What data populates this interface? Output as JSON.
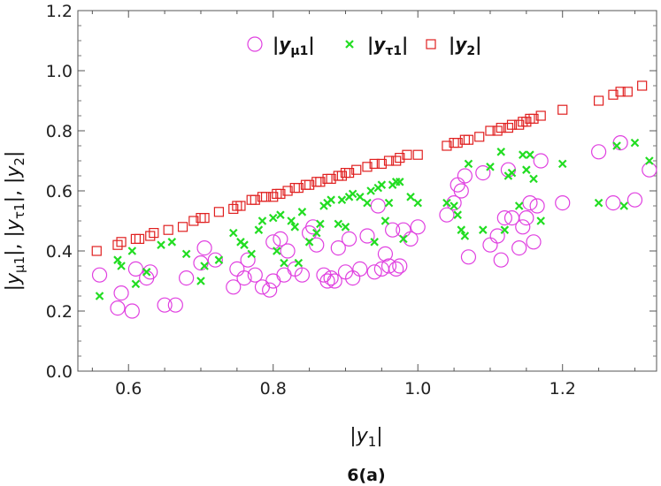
{
  "chart_data": {
    "type": "scatter",
    "title": "",
    "xlabel": "|y1|",
    "ylabel": "|yμ1|, |yτ1|, |y2|",
    "caption": "6(a)",
    "xlim": [
      0.53,
      1.33
    ],
    "ylim": [
      0.0,
      1.2
    ],
    "xticks": [
      "0.6",
      "0.8",
      "1.0",
      "1.2"
    ],
    "yticks": [
      "0.0",
      "0.2",
      "0.4",
      "0.6",
      "0.8",
      "1.0",
      "1.2"
    ],
    "legend_position": "top-center",
    "series": [
      {
        "name": "|yμ1|",
        "marker": "circle",
        "color": "#e040e0",
        "points": [
          [
            0.56,
            0.32
          ],
          [
            0.585,
            0.21
          ],
          [
            0.59,
            0.26
          ],
          [
            0.605,
            0.2
          ],
          [
            0.61,
            0.34
          ],
          [
            0.625,
            0.31
          ],
          [
            0.63,
            0.33
          ],
          [
            0.65,
            0.22
          ],
          [
            0.665,
            0.22
          ],
          [
            0.68,
            0.31
          ],
          [
            0.7,
            0.36
          ],
          [
            0.705,
            0.41
          ],
          [
            0.72,
            0.37
          ],
          [
            0.745,
            0.28
          ],
          [
            0.75,
            0.34
          ],
          [
            0.76,
            0.31
          ],
          [
            0.765,
            0.37
          ],
          [
            0.775,
            0.32
          ],
          [
            0.785,
            0.28
          ],
          [
            0.795,
            0.27
          ],
          [
            0.8,
            0.3
          ],
          [
            0.8,
            0.43
          ],
          [
            0.81,
            0.44
          ],
          [
            0.815,
            0.32
          ],
          [
            0.82,
            0.4
          ],
          [
            0.83,
            0.34
          ],
          [
            0.84,
            0.32
          ],
          [
            0.85,
            0.46
          ],
          [
            0.855,
            0.48
          ],
          [
            0.86,
            0.42
          ],
          [
            0.87,
            0.32
          ],
          [
            0.875,
            0.3
          ],
          [
            0.88,
            0.31
          ],
          [
            0.885,
            0.3
          ],
          [
            0.89,
            0.41
          ],
          [
            0.9,
            0.33
          ],
          [
            0.905,
            0.44
          ],
          [
            0.91,
            0.31
          ],
          [
            0.92,
            0.34
          ],
          [
            0.93,
            0.45
          ],
          [
            0.94,
            0.33
          ],
          [
            0.945,
            0.55
          ],
          [
            0.95,
            0.34
          ],
          [
            0.955,
            0.39
          ],
          [
            0.96,
            0.35
          ],
          [
            0.965,
            0.47
          ],
          [
            0.97,
            0.34
          ],
          [
            0.975,
            0.35
          ],
          [
            0.98,
            0.47
          ],
          [
            0.99,
            0.44
          ],
          [
            1.0,
            0.48
          ],
          [
            1.04,
            0.52
          ],
          [
            1.05,
            0.56
          ],
          [
            1.055,
            0.62
          ],
          [
            1.06,
            0.6
          ],
          [
            1.065,
            0.65
          ],
          [
            1.07,
            0.38
          ],
          [
            1.09,
            0.66
          ],
          [
            1.1,
            0.42
          ],
          [
            1.11,
            0.45
          ],
          [
            1.115,
            0.37
          ],
          [
            1.12,
            0.51
          ],
          [
            1.125,
            0.67
          ],
          [
            1.13,
            0.51
          ],
          [
            1.14,
            0.41
          ],
          [
            1.145,
            0.48
          ],
          [
            1.15,
            0.51
          ],
          [
            1.155,
            0.56
          ],
          [
            1.16,
            0.43
          ],
          [
            1.165,
            0.55
          ],
          [
            1.17,
            0.7
          ],
          [
            1.2,
            0.56
          ],
          [
            1.25,
            0.73
          ],
          [
            1.27,
            0.56
          ],
          [
            1.28,
            0.76
          ],
          [
            1.3,
            0.57
          ],
          [
            1.32,
            0.67
          ]
        ]
      },
      {
        "name": "|yτ1|",
        "marker": "x",
        "color": "#22dd22",
        "points": [
          [
            0.56,
            0.25
          ],
          [
            0.585,
            0.37
          ],
          [
            0.59,
            0.35
          ],
          [
            0.605,
            0.4
          ],
          [
            0.61,
            0.29
          ],
          [
            0.625,
            0.33
          ],
          [
            0.645,
            0.42
          ],
          [
            0.66,
            0.43
          ],
          [
            0.68,
            0.39
          ],
          [
            0.7,
            0.3
          ],
          [
            0.705,
            0.35
          ],
          [
            0.725,
            0.37
          ],
          [
            0.745,
            0.46
          ],
          [
            0.755,
            0.43
          ],
          [
            0.76,
            0.42
          ],
          [
            0.77,
            0.39
          ],
          [
            0.78,
            0.47
          ],
          [
            0.785,
            0.5
          ],
          [
            0.8,
            0.51
          ],
          [
            0.805,
            0.4
          ],
          [
            0.81,
            0.52
          ],
          [
            0.815,
            0.36
          ],
          [
            0.825,
            0.5
          ],
          [
            0.83,
            0.48
          ],
          [
            0.835,
            0.36
          ],
          [
            0.84,
            0.53
          ],
          [
            0.85,
            0.43
          ],
          [
            0.86,
            0.46
          ],
          [
            0.865,
            0.49
          ],
          [
            0.87,
            0.55
          ],
          [
            0.875,
            0.56
          ],
          [
            0.88,
            0.57
          ],
          [
            0.89,
            0.49
          ],
          [
            0.895,
            0.57
          ],
          [
            0.9,
            0.48
          ],
          [
            0.905,
            0.58
          ],
          [
            0.91,
            0.59
          ],
          [
            0.92,
            0.58
          ],
          [
            0.93,
            0.56
          ],
          [
            0.935,
            0.6
          ],
          [
            0.94,
            0.43
          ],
          [
            0.945,
            0.61
          ],
          [
            0.95,
            0.62
          ],
          [
            0.955,
            0.5
          ],
          [
            0.96,
            0.56
          ],
          [
            0.965,
            0.62
          ],
          [
            0.97,
            0.63
          ],
          [
            0.975,
            0.63
          ],
          [
            0.98,
            0.44
          ],
          [
            0.99,
            0.58
          ],
          [
            1.0,
            0.56
          ],
          [
            1.04,
            0.56
          ],
          [
            1.05,
            0.55
          ],
          [
            1.055,
            0.52
          ],
          [
            1.06,
            0.47
          ],
          [
            1.065,
            0.45
          ],
          [
            1.07,
            0.69
          ],
          [
            1.09,
            0.47
          ],
          [
            1.1,
            0.68
          ],
          [
            1.115,
            0.73
          ],
          [
            1.12,
            0.47
          ],
          [
            1.125,
            0.65
          ],
          [
            1.13,
            0.66
          ],
          [
            1.14,
            0.55
          ],
          [
            1.145,
            0.72
          ],
          [
            1.15,
            0.67
          ],
          [
            1.155,
            0.72
          ],
          [
            1.16,
            0.64
          ],
          [
            1.17,
            0.5
          ],
          [
            1.2,
            0.69
          ],
          [
            1.25,
            0.56
          ],
          [
            1.275,
            0.75
          ],
          [
            1.285,
            0.55
          ],
          [
            1.3,
            0.76
          ],
          [
            1.32,
            0.7
          ]
        ]
      },
      {
        "name": "|y2|",
        "marker": "square",
        "color": "#e02020",
        "points": [
          [
            0.556,
            0.4
          ],
          [
            0.585,
            0.42
          ],
          [
            0.59,
            0.43
          ],
          [
            0.61,
            0.44
          ],
          [
            0.615,
            0.44
          ],
          [
            0.63,
            0.45
          ],
          [
            0.635,
            0.46
          ],
          [
            0.655,
            0.47
          ],
          [
            0.675,
            0.48
          ],
          [
            0.69,
            0.5
          ],
          [
            0.7,
            0.51
          ],
          [
            0.705,
            0.51
          ],
          [
            0.725,
            0.53
          ],
          [
            0.745,
            0.54
          ],
          [
            0.75,
            0.55
          ],
          [
            0.755,
            0.55
          ],
          [
            0.77,
            0.57
          ],
          [
            0.775,
            0.57
          ],
          [
            0.785,
            0.58
          ],
          [
            0.79,
            0.58
          ],
          [
            0.8,
            0.58
          ],
          [
            0.805,
            0.59
          ],
          [
            0.81,
            0.59
          ],
          [
            0.82,
            0.6
          ],
          [
            0.83,
            0.61
          ],
          [
            0.835,
            0.61
          ],
          [
            0.845,
            0.62
          ],
          [
            0.85,
            0.62
          ],
          [
            0.86,
            0.63
          ],
          [
            0.865,
            0.63
          ],
          [
            0.875,
            0.64
          ],
          [
            0.88,
            0.64
          ],
          [
            0.89,
            0.65
          ],
          [
            0.895,
            0.65
          ],
          [
            0.9,
            0.66
          ],
          [
            0.905,
            0.66
          ],
          [
            0.915,
            0.67
          ],
          [
            0.93,
            0.68
          ],
          [
            0.94,
            0.69
          ],
          [
            0.95,
            0.69
          ],
          [
            0.96,
            0.7
          ],
          [
            0.97,
            0.7
          ],
          [
            0.975,
            0.71
          ],
          [
            0.985,
            0.72
          ],
          [
            1.0,
            0.72
          ],
          [
            1.04,
            0.75
          ],
          [
            1.05,
            0.76
          ],
          [
            1.055,
            0.76
          ],
          [
            1.065,
            0.77
          ],
          [
            1.07,
            0.77
          ],
          [
            1.085,
            0.78
          ],
          [
            1.1,
            0.8
          ],
          [
            1.11,
            0.8
          ],
          [
            1.115,
            0.81
          ],
          [
            1.125,
            0.81
          ],
          [
            1.13,
            0.82
          ],
          [
            1.14,
            0.82
          ],
          [
            1.145,
            0.83
          ],
          [
            1.15,
            0.83
          ],
          [
            1.155,
            0.84
          ],
          [
            1.16,
            0.84
          ],
          [
            1.17,
            0.85
          ],
          [
            1.2,
            0.87
          ],
          [
            1.25,
            0.9
          ],
          [
            1.27,
            0.92
          ],
          [
            1.28,
            0.93
          ],
          [
            1.29,
            0.93
          ],
          [
            1.31,
            0.95
          ]
        ]
      }
    ]
  }
}
